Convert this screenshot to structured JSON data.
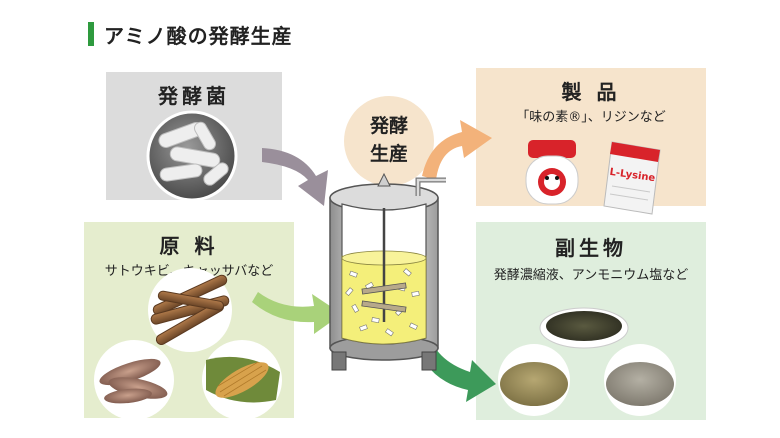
{
  "title": "アミノ酸の発酵生産",
  "bacteria": {
    "title": "発酵菌"
  },
  "raw": {
    "title": "原 料",
    "subtitle": "サトウキビ、キャッサバなど"
  },
  "center": {
    "line1": "発酵",
    "line2": "生産"
  },
  "product": {
    "title": "製 品",
    "subtitle": "「味の素®」、リジンなど",
    "bag_label": "L-Lysine"
  },
  "byproduct": {
    "title": "副生物",
    "subtitle": "発酵濃縮液、アンモニウム塩など"
  },
  "colors": {
    "accent_green": "#2e9a3e",
    "arrow_gray": "#9a8f9b",
    "arrow_light_green": "#a9d27a",
    "arrow_orange": "#f3b27a",
    "arrow_dark_green": "#3d9a5a",
    "liquid_yellow": "#f4ef7a"
  }
}
